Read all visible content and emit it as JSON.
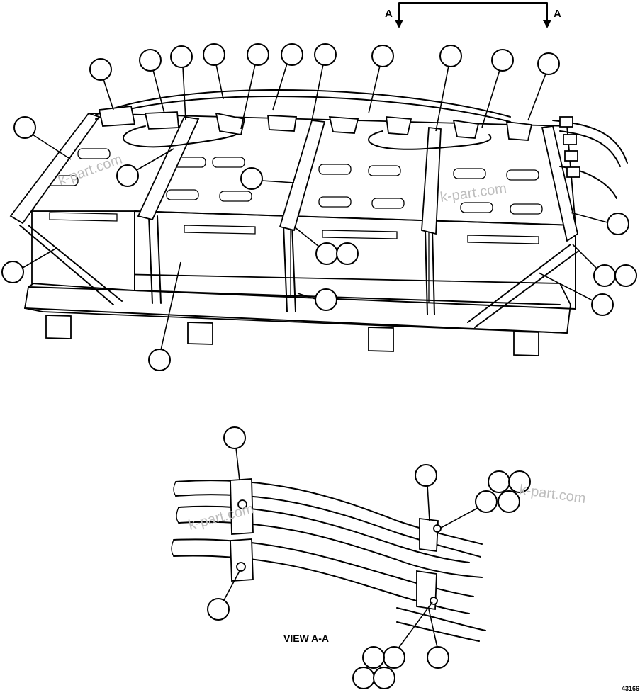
{
  "section_marker": {
    "left": "A",
    "right": "A"
  },
  "view_label": "VIEW A-A",
  "figure_number": "43166",
  "watermark": [
    "k-part.com",
    "k-part.com",
    "k-part.com",
    "k-part.com"
  ]
}
